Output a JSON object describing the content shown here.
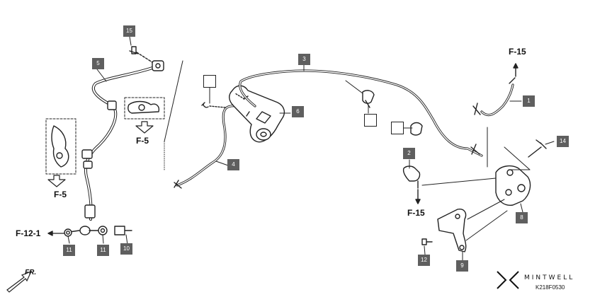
{
  "callouts": [
    "1",
    "2",
    "3",
    "4",
    "5",
    "6",
    "8",
    "9",
    "10",
    "11",
    "11",
    "12",
    "14",
    "15"
  ],
  "references": {
    "f15_top": "F-15",
    "f15_mid": "F-15",
    "f5_left": "F-5",
    "f5_right": "F-5",
    "f121": "F-12-1"
  },
  "direction": "FR.",
  "brand": "MINTWELL",
  "part_code": "K218F0530",
  "colors": {
    "callout_bg": "#5f5f5f",
    "callout_text": "#ffffff",
    "line": "#222222"
  }
}
